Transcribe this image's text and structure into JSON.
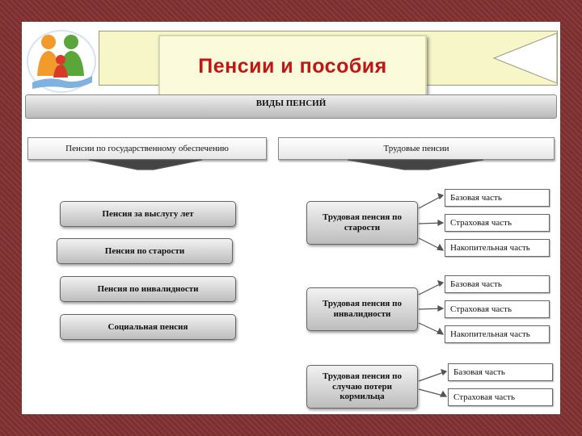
{
  "title": "Пенсии и пособия",
  "top_bar": "ВИДЫ ПЕНСИЙ",
  "left_header": "Пенсии по государственному обеспечению",
  "right_header": "Трудовые пенсии",
  "left_items": [
    "Пенсия за выслугу лет",
    "Пенсия по старости",
    "Пенсия по инвалидности",
    "Социальная пенсия"
  ],
  "groups": [
    {
      "name": "Трудовая пенсия по старости",
      "parts": [
        "Базовая часть",
        "Страховая часть",
        "Накопительная часть"
      ]
    },
    {
      "name": "Трудовая пенсия по инвалидности",
      "parts": [
        "Базовая часть",
        "Страховая часть",
        "Накопительная часть"
      ]
    },
    {
      "name": "Трудовая пенсия по случаю потери кормильца",
      "parts": [
        "Базовая часть",
        "Страховая часть"
      ]
    }
  ],
  "colors": {
    "frame": "#7d3233",
    "title": "#c21515",
    "banner": "#f7f6c8"
  }
}
